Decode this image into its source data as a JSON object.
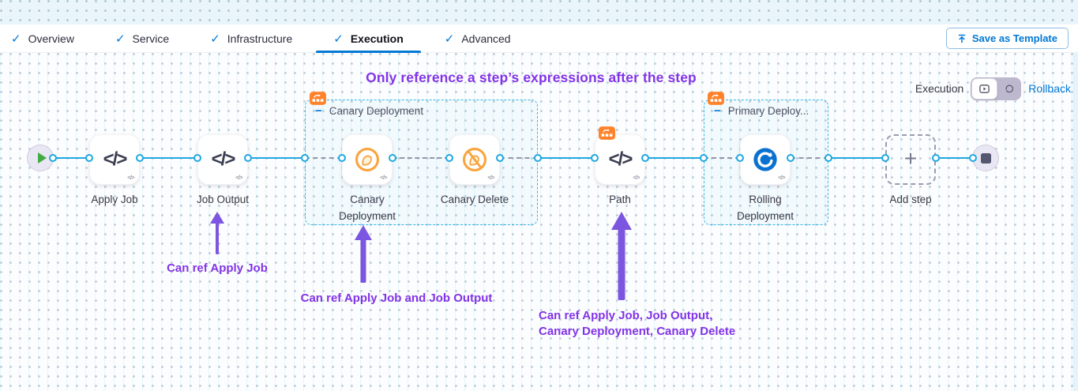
{
  "header": {
    "tabs": [
      {
        "label": "Overview",
        "active": false
      },
      {
        "label": "Service",
        "active": false
      },
      {
        "label": "Infrastructure",
        "active": false
      },
      {
        "label": "Execution",
        "active": true
      },
      {
        "label": "Advanced",
        "active": false
      }
    ],
    "save_as_template": "Save as Template"
  },
  "canvas": {
    "title": "Only reference a step’s expressions after the step",
    "mode": {
      "label": "Execution",
      "rollback": "Rollback",
      "selected": "execution"
    }
  },
  "pipeline": {
    "steps": {
      "apply_job": "Apply Job",
      "job_output": "Job Output",
      "canary_deployment": "Canary Deployment",
      "canary_delete": "Canary Delete",
      "path": "Path",
      "rolling_deployment": "Rolling Deployment",
      "add_step": "Add step"
    },
    "groups": {
      "canary": "Canary Deployment",
      "primary": "Primary Deploy..."
    }
  },
  "annotations": {
    "job_output": "Can ref Apply Job",
    "canary": "Can ref Apply Job and Job Output",
    "path_line1": "Can ref Apply Job, Job Output,",
    "path_line2": "Canary Deployment, Canary Delete"
  },
  "icons": {
    "check": "✓",
    "plus": "+",
    "collapse": "−",
    "code": "</>",
    "code_small": "</>"
  },
  "colors": {
    "accent_blue": "#0278d5",
    "connector_blue": "#1fa8e0",
    "group_border": "#35b7e8",
    "badge_orange": "#ff832b",
    "annotation_purple": "#8233e8",
    "arrow_purple": "#7c55e0",
    "canary_orange": "#f9a43f",
    "rolling_blue": "#0b72d0"
  }
}
